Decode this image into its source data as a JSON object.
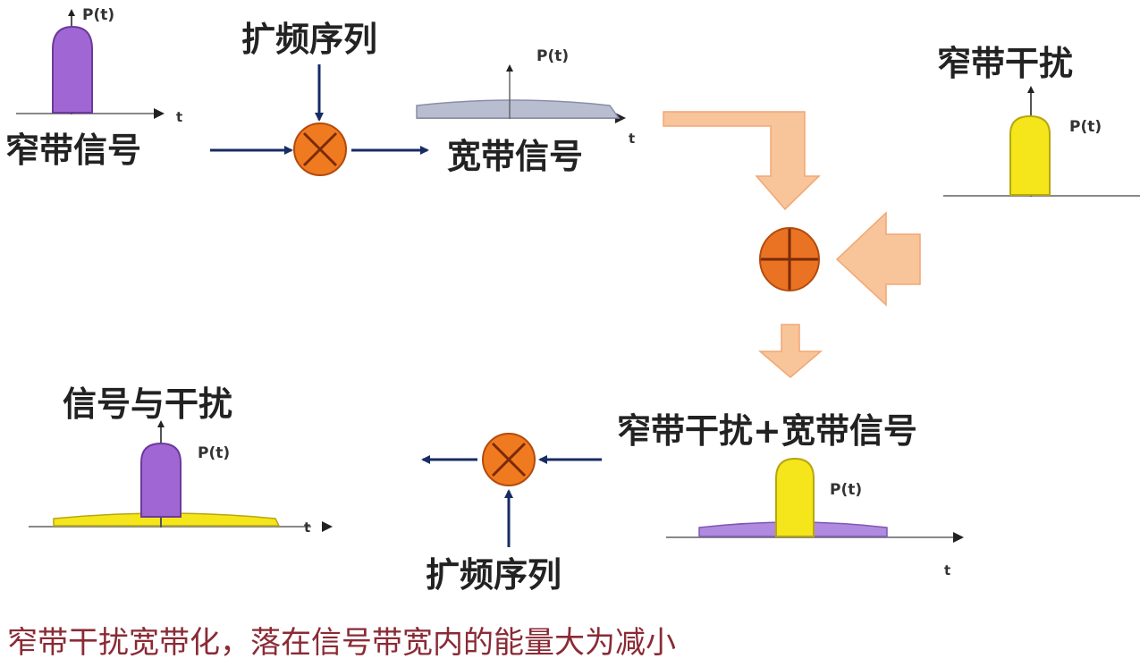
{
  "labels": {
    "narrowband_signal": "窄带信号",
    "spreading_sequence": "扩频序列",
    "wideband_signal": "宽带信号",
    "narrowband_interference": "窄带干扰",
    "signal_and_interference": "信号与干扰",
    "interference_plus_wideband": "窄带干扰+宽带信号",
    "p_t": "P(t)",
    "t": "t"
  },
  "caption": "窄带干扰宽带化，落在信号带宽内的能量大为减小",
  "colors": {
    "narrow_signal": "#a067d4",
    "wideband": "#b9bdd0",
    "interference": "#f4e61b",
    "mixer": "#f07a1f",
    "flow_arrow": "#f8c49a",
    "connector": "#172c64",
    "caption": "#8a2a35"
  },
  "icons": {
    "multiply": "circle-times-icon",
    "add": "circle-plus-icon"
  }
}
